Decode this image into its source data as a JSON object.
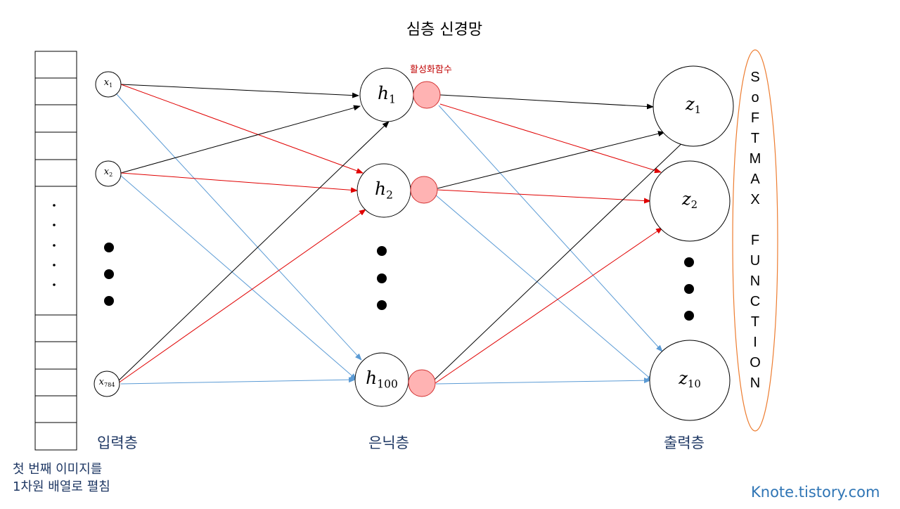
{
  "title": "심층 신경망",
  "input_layer": {
    "label": "입력층",
    "nodes": [
      {
        "name": "x",
        "sub": "1"
      },
      {
        "name": "x",
        "sub": "2"
      },
      {
        "name": "x",
        "sub": "784"
      }
    ]
  },
  "hidden_layer": {
    "label": "은닉층",
    "activation_label": "활성화함수",
    "nodes": [
      {
        "name": "h",
        "sub": "1"
      },
      {
        "name": "h",
        "sub": "2"
      },
      {
        "name": "h",
        "sub": "100"
      }
    ]
  },
  "output_layer": {
    "label": "출력층",
    "nodes": [
      {
        "name": "z",
        "sub": "1"
      },
      {
        "name": "z",
        "sub": "2"
      },
      {
        "name": "z",
        "sub": "10"
      }
    ]
  },
  "softmax_letters": [
    "S",
    "o",
    "F",
    "T",
    "M",
    "A",
    "X",
    "",
    "F",
    "U",
    "N",
    "C",
    "T",
    "I",
    "O",
    "N"
  ],
  "caption_line1": "첫 번째 이미지를",
  "caption_line2": "1차원 배열로 펼침",
  "watermark": "Knote.tistory.com",
  "colors": {
    "black_edge": "#000000",
    "red_edge": "#e00000",
    "blue_edge": "#5b9bd5",
    "activation_fill": "#ffb3b3",
    "activation_stroke": "#d33333",
    "softmax_ellipse": "#ed7d31",
    "text_navy": "#1f3864",
    "watermark_blue": "#2f75b5"
  }
}
